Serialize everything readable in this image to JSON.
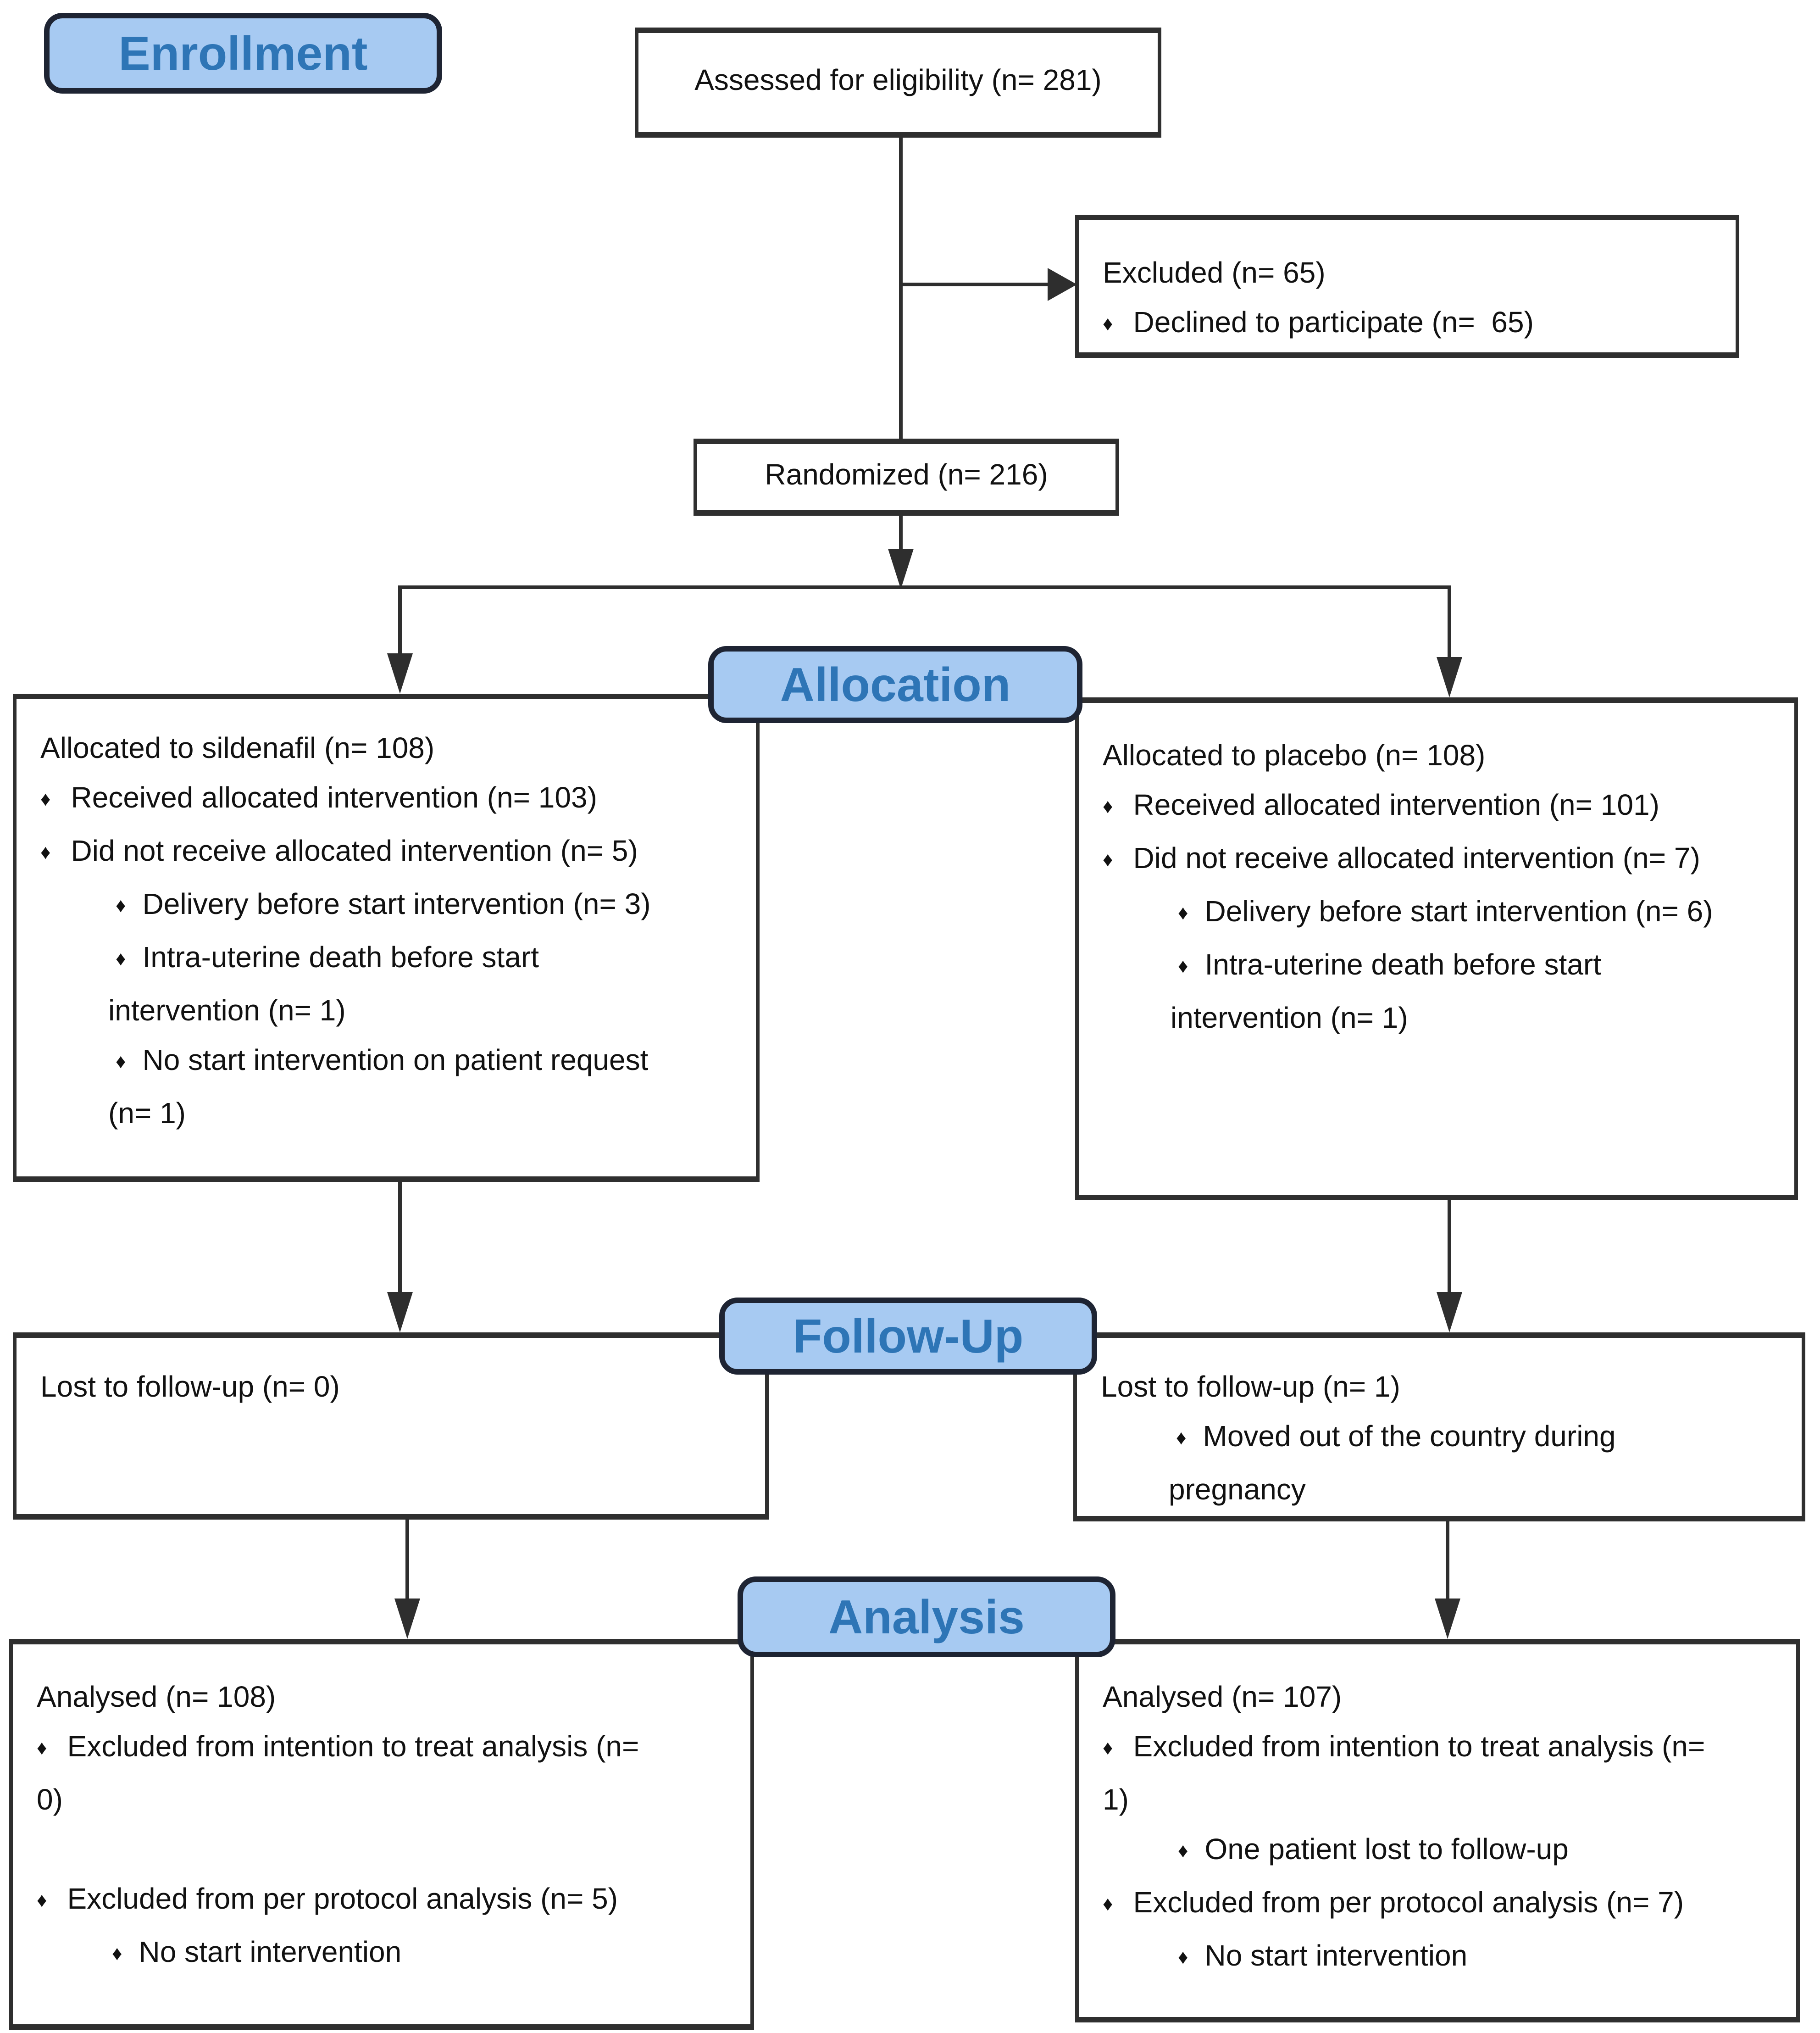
{
  "meta": {
    "bullet": "♦"
  },
  "palette": {
    "label_fill": "#A7CAF2",
    "label_border": "#1E2433",
    "label_text": "#2E75B6",
    "box_border": "#2F2F2F",
    "line_color": "#2E2E2E",
    "text_color": "#111111",
    "background": "#FFFFFF"
  },
  "section_labels": {
    "enrollment": "Enrollment",
    "allocation": "Allocation",
    "followup": "Follow-Up",
    "analysis": "Analysis"
  },
  "boxes": {
    "assessed": {
      "text": "Assessed for eligibility (n= 281)"
    },
    "excluded": {
      "lines": [
        {
          "text": "Excluded (n= 65)",
          "style": "h"
        },
        {
          "text": "Declined to participate (n=  65)",
          "style": "b1"
        }
      ]
    },
    "randomized": {
      "text": "Randomized (n= 216)"
    },
    "allocation_left": {
      "lines": [
        {
          "text": "Allocated to sildenafil (n= 108)",
          "style": "h"
        },
        {
          "text": "Received allocated intervention (n= 103)",
          "style": "b1"
        },
        {
          "text": "Did not receive allocated intervention (n= 5)",
          "style": "b1"
        },
        {
          "text": "Delivery before start intervention (n= 3)",
          "style": "b2"
        },
        {
          "text": "Intra-uterine death before start",
          "style": "b2"
        },
        {
          "text": "intervention (n= 1)",
          "style": "c2"
        },
        {
          "text": "No start intervention on patient request",
          "style": "b2"
        },
        {
          "text": "(n= 1)",
          "style": "c2"
        }
      ]
    },
    "allocation_right": {
      "lines": [
        {
          "text": "Allocated to placebo (n= 108)",
          "style": "h"
        },
        {
          "text": "Received allocated intervention (n= 101)",
          "style": "b1"
        },
        {
          "text": "Did not receive allocated intervention (n= 7)",
          "style": "b1"
        },
        {
          "text": "Delivery before start intervention (n= 6)",
          "style": "b2"
        },
        {
          "text": "Intra-uterine death before start",
          "style": "b2"
        },
        {
          "text": "intervention (n= 1)",
          "style": "c2"
        }
      ]
    },
    "followup_left": {
      "lines": [
        {
          "text": "Lost to follow-up (n= 0)",
          "style": "h"
        }
      ]
    },
    "followup_right": {
      "lines": [
        {
          "text": "Lost to follow-up (n= 1)",
          "style": "h"
        },
        {
          "text": "Moved out of the country during",
          "style": "b2"
        },
        {
          "text": "pregnancy",
          "style": "c2"
        }
      ]
    },
    "analysis_left": {
      "lines": [
        {
          "text": "Analysed (n= 108)",
          "style": "h"
        },
        {
          "text": "Excluded from intention to treat analysis (n=",
          "style": "b1"
        },
        {
          "text": "0)",
          "style": "c0"
        },
        {
          "text": "",
          "style": "sp"
        },
        {
          "text": "Excluded from per protocol analysis (n= 5)",
          "style": "b1"
        },
        {
          "text": "No start intervention",
          "style": "b2"
        }
      ]
    },
    "analysis_right": {
      "lines": [
        {
          "text": "Analysed (n= 107)",
          "style": "h"
        },
        {
          "text": "Excluded from intention to treat analysis (n=",
          "style": "b1"
        },
        {
          "text": "1)",
          "style": "c0"
        },
        {
          "text": "One patient lost to follow-up",
          "style": "b2"
        },
        {
          "text": "Excluded from per protocol analysis (n= 7)",
          "style": "b1"
        },
        {
          "text": "No start intervention",
          "style": "b2"
        }
      ]
    }
  }
}
